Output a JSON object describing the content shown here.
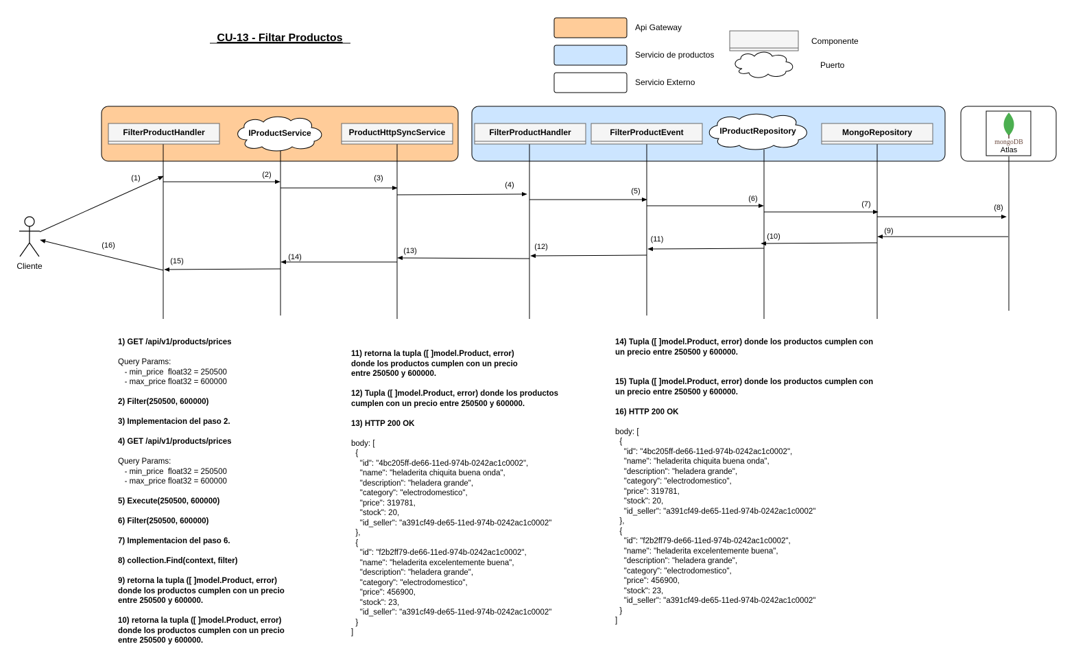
{
  "title": "CU-13 - Filtar Productos",
  "legend": [
    {
      "label": "Api Gateway",
      "color": "#ffcc99"
    },
    {
      "label": "Servicio de productos",
      "color": "#cce5ff"
    },
    {
      "label": "Servicio Externo",
      "color": "#ffffff"
    },
    {
      "label": "Componente"
    },
    {
      "label": "Puerto"
    }
  ],
  "actor": {
    "label": "Cliente"
  },
  "groups": [
    {
      "name": "api-gateway",
      "color": "#ffcc99"
    },
    {
      "name": "servicio-productos",
      "color": "#cce5ff"
    },
    {
      "name": "servicio-externo",
      "color": "#ffffff"
    }
  ],
  "participants": [
    {
      "label": "FilterProductHandler",
      "kind": "component"
    },
    {
      "label": "IProductService",
      "kind": "port"
    },
    {
      "label": "ProductHttpSyncService",
      "kind": "component"
    },
    {
      "label": "FilterProductHandler",
      "kind": "component"
    },
    {
      "label": "FilterProductEvent",
      "kind": "component"
    },
    {
      "label": "IProductRepository",
      "kind": "port"
    },
    {
      "label": "MongoRepository",
      "kind": "component"
    }
  ],
  "mongo": {
    "label_top": "mongoDB",
    "label_bottom": "Atlas",
    "icon": "mongodb-leaf-icon",
    "leaf_color": "#4caf50"
  },
  "messages": [
    {
      "label": "(1)"
    },
    {
      "label": "(2)"
    },
    {
      "label": "(3)"
    },
    {
      "label": "(4)"
    },
    {
      "label": "(5)"
    },
    {
      "label": "(6)"
    },
    {
      "label": "(7)"
    },
    {
      "label": "(8)"
    },
    {
      "label": "(9)"
    },
    {
      "label": "(10)"
    },
    {
      "label": "(11)"
    },
    {
      "label": "(12)"
    },
    {
      "label": "(13)"
    },
    {
      "label": "(14)"
    },
    {
      "label": "(15)"
    },
    {
      "label": "(16)"
    }
  ],
  "notes": {
    "col1": [
      {
        "t": "b",
        "v": "1) GET /api/v1/products/prices"
      },
      {
        "t": "gap"
      },
      {
        "t": "n",
        "v": "Query Params:"
      },
      {
        "t": "n",
        "v": "   - min_price  float32 = 250500"
      },
      {
        "t": "n",
        "v": "   - max_price float32 = 600000"
      },
      {
        "t": "gap"
      },
      {
        "t": "b",
        "v": "2) Filter(250500, 600000)"
      },
      {
        "t": "gap"
      },
      {
        "t": "b",
        "v": "3) Implementacion del paso 2."
      },
      {
        "t": "gap"
      },
      {
        "t": "b",
        "v": "4) GET /api/v1/products/prices"
      },
      {
        "t": "gap"
      },
      {
        "t": "n",
        "v": "Query Params:"
      },
      {
        "t": "n",
        "v": "   - min_price  float32 = 250500"
      },
      {
        "t": "n",
        "v": "   - max_price float32 = 600000"
      },
      {
        "t": "gap"
      },
      {
        "t": "b",
        "v": "5) Execute(250500, 600000)"
      },
      {
        "t": "gap"
      },
      {
        "t": "b",
        "v": "6) Filter(250500, 600000)"
      },
      {
        "t": "gap"
      },
      {
        "t": "b",
        "v": "7) Implementacion del paso 6."
      },
      {
        "t": "gap"
      },
      {
        "t": "b",
        "v": "8) collection.Find(context, filter)"
      },
      {
        "t": "gap"
      },
      {
        "t": "b",
        "v": "9) retorna la tupla ([ ]model.Product, error)"
      },
      {
        "t": "b",
        "v": "donde los productos  cumplen con  un precio"
      },
      {
        "t": "b",
        "v": "entre 250500 y 600000."
      },
      {
        "t": "gap"
      },
      {
        "t": "b",
        "v": "10) retorna la tupla ([ ]model.Product, error)"
      },
      {
        "t": "b",
        "v": "donde los productos  cumplen con  un precio"
      },
      {
        "t": "b",
        "v": "entre 250500 y 600000."
      }
    ],
    "col2": [
      {
        "t": "b",
        "v": "11) retorna la tupla ([ ]model.Product, error)"
      },
      {
        "t": "b",
        "v": "donde los productos  cumplen con  un precio"
      },
      {
        "t": "b",
        "v": "entre 250500 y 600000."
      },
      {
        "t": "gap"
      },
      {
        "t": "b",
        "v": "12) Tupla ([ ]model.Product, error) donde los productos"
      },
      {
        "t": "b",
        "v": "cumplen con  un precio entre 250500 y 600000."
      },
      {
        "t": "gap"
      },
      {
        "t": "b",
        "v": "13) HTTP 200 OK"
      },
      {
        "t": "gap"
      },
      {
        "t": "n",
        "v": "body: ["
      },
      {
        "t": "n",
        "v": "  {"
      },
      {
        "t": "n",
        "v": "    \"id\": \"4bc205ff-de66-11ed-974b-0242ac1c0002\","
      },
      {
        "t": "n",
        "v": "    \"name\": \"heladerita chiquita buena onda\","
      },
      {
        "t": "n",
        "v": "    \"description\": \"heladera grande\","
      },
      {
        "t": "n",
        "v": "    \"category\": \"electrodomestico\","
      },
      {
        "t": "n",
        "v": "    \"price\": 319781,"
      },
      {
        "t": "n",
        "v": "    \"stock\": 20,"
      },
      {
        "t": "n",
        "v": "    \"id_seller\": \"a391cf49-de65-11ed-974b-0242ac1c0002\""
      },
      {
        "t": "n",
        "v": "  },"
      },
      {
        "t": "n",
        "v": "  {"
      },
      {
        "t": "n",
        "v": "    \"id\": \"f2b2ff79-de66-11ed-974b-0242ac1c0002\","
      },
      {
        "t": "n",
        "v": "    \"name\": \"heladerita excelentemente buena\","
      },
      {
        "t": "n",
        "v": "    \"description\": \"heladera grande\","
      },
      {
        "t": "n",
        "v": "    \"category\": \"electrodomestico\","
      },
      {
        "t": "n",
        "v": "    \"price\": 456900,"
      },
      {
        "t": "n",
        "v": "    \"stock\": 23,"
      },
      {
        "t": "n",
        "v": "    \"id_seller\": \"a391cf49-de65-11ed-974b-0242ac1c0002\""
      },
      {
        "t": "n",
        "v": "  }"
      },
      {
        "t": "n",
        "v": "]"
      }
    ],
    "col3": [
      {
        "t": "b",
        "v": "14) Tupla ([ ]model.Product, error) donde los productos cumplen con"
      },
      {
        "t": "b",
        "v": "un precio entre 250500 y 600000."
      },
      {
        "t": "gap"
      },
      {
        "t": "gap"
      },
      {
        "t": "b",
        "v": "15) Tupla ([ ]model.Product, error) donde los productos cumplen con"
      },
      {
        "t": "b",
        "v": "un precio entre 250500 y 600000."
      },
      {
        "t": "gap"
      },
      {
        "t": "b",
        "v": "16) HTTP 200 OK"
      },
      {
        "t": "gap"
      },
      {
        "t": "n",
        "v": "body: ["
      },
      {
        "t": "n",
        "v": "  {"
      },
      {
        "t": "n",
        "v": "    \"id\": \"4bc205ff-de66-11ed-974b-0242ac1c0002\","
      },
      {
        "t": "n",
        "v": "    \"name\": \"heladerita chiquita buena onda\","
      },
      {
        "t": "n",
        "v": "    \"description\": \"heladera grande\","
      },
      {
        "t": "n",
        "v": "    \"category\": \"electrodomestico\","
      },
      {
        "t": "n",
        "v": "    \"price\": 319781,"
      },
      {
        "t": "n",
        "v": "    \"stock\": 20,"
      },
      {
        "t": "n",
        "v": "    \"id_seller\": \"a391cf49-de65-11ed-974b-0242ac1c0002\""
      },
      {
        "t": "n",
        "v": "  },"
      },
      {
        "t": "n",
        "v": "  {"
      },
      {
        "t": "n",
        "v": "    \"id\": \"f2b2ff79-de66-11ed-974b-0242ac1c0002\","
      },
      {
        "t": "n",
        "v": "    \"name\": \"heladerita excelentemente buena\","
      },
      {
        "t": "n",
        "v": "    \"description\": \"heladera grande\","
      },
      {
        "t": "n",
        "v": "    \"category\": \"electrodomestico\","
      },
      {
        "t": "n",
        "v": "    \"price\": 456900,"
      },
      {
        "t": "n",
        "v": "    \"stock\": 23,"
      },
      {
        "t": "n",
        "v": "    \"id_seller\": \"a391cf49-de65-11ed-974b-0242ac1c0002\""
      },
      {
        "t": "n",
        "v": "  }"
      },
      {
        "t": "n",
        "v": "]"
      }
    ]
  }
}
